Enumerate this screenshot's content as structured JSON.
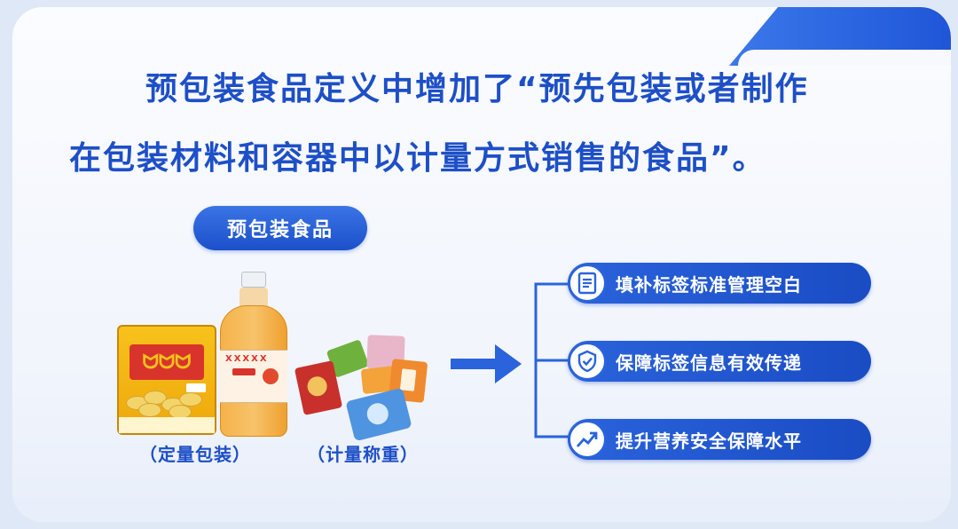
{
  "headline": {
    "line1": "预包装食品定义中增加了“预先包装或者制作",
    "line2": "在包装材料和容器中以计量方式销售的食品”。"
  },
  "category_pill": "预包装食品",
  "products": {
    "fixed_label": "（定量包装）",
    "weighed_label": "（计量称重）",
    "bottle_text": "XXXXX",
    "bag_logo": "ᗢᗢᗢ"
  },
  "benefits": [
    {
      "icon": "document-icon",
      "label": "填补标签标准管理空白"
    },
    {
      "icon": "shield-check-icon",
      "label": "保障标签信息有效传递"
    },
    {
      "icon": "trend-up-icon",
      "label": "提升营养安全保障水平"
    }
  ],
  "colors": {
    "primary": "#1d4fc7",
    "accent": "#2a63dc"
  }
}
